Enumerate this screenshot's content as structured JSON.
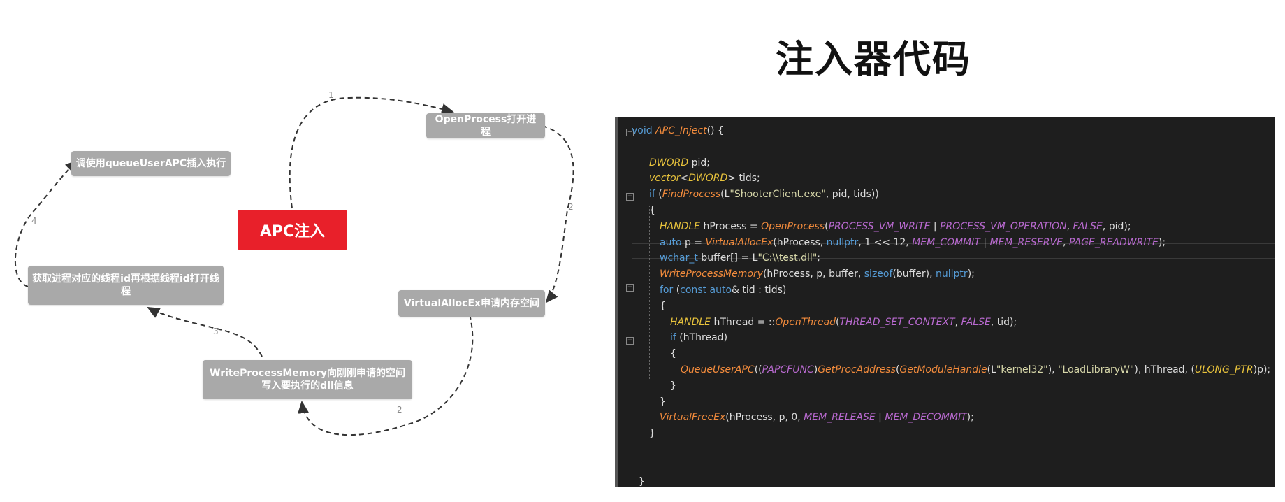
{
  "title": "注入器代码",
  "diagram": {
    "center": "APC注入",
    "nodes": {
      "open_process": "OpenProcess打开进程",
      "virtual_alloc": "VirtualAllocEx申请内存空间",
      "write_memory": "WriteProcessMemory向刚刚申请的空间写入要执行的dll信息",
      "get_threads": "获取进程对应的线程id再根据线程id打开线程",
      "queue_apc": "调使用queueUserAPC插入执行"
    },
    "edge_labels": [
      "1",
      "2",
      "2",
      "3",
      "4"
    ]
  },
  "code": {
    "lines": [
      [
        [
          "kw",
          "void "
        ],
        [
          "fn",
          "APC_Inject"
        ],
        [
          "tx",
          "() {"
        ]
      ],
      [],
      [
        [
          "ty",
          "DWORD"
        ],
        [
          "tx",
          " pid;"
        ]
      ],
      [
        [
          "ty",
          "vector"
        ],
        [
          "tx",
          "<"
        ],
        [
          "ty",
          "DWORD"
        ],
        [
          "tx",
          "> tids;"
        ]
      ],
      [
        [
          "kw",
          "if"
        ],
        [
          "tx",
          " ("
        ],
        [
          "fn",
          "FindProcess"
        ],
        [
          "tx",
          "(L"
        ],
        [
          "str",
          "\"ShooterClient.exe\""
        ],
        [
          "tx",
          ", pid, tids))"
        ]
      ],
      [
        [
          "tx",
          "{"
        ]
      ],
      [
        [
          "ty",
          "HANDLE"
        ],
        [
          "tx",
          " hProcess = "
        ],
        [
          "fn",
          "OpenProcess"
        ],
        [
          "tx",
          "("
        ],
        [
          "mac",
          "PROCESS_VM_WRITE"
        ],
        [
          "tx",
          " | "
        ],
        [
          "mac",
          "PROCESS_VM_OPERATION"
        ],
        [
          "tx",
          ", "
        ],
        [
          "mac",
          "FALSE"
        ],
        [
          "tx",
          ", pid);"
        ]
      ],
      [
        [
          "kw",
          "auto"
        ],
        [
          "tx",
          " p = "
        ],
        [
          "fn",
          "VirtualAllocEx"
        ],
        [
          "tx",
          "(hProcess, "
        ],
        [
          "kw",
          "nullptr"
        ],
        [
          "tx",
          ", 1 << 12, "
        ],
        [
          "mac",
          "MEM_COMMIT"
        ],
        [
          "tx",
          " | "
        ],
        [
          "mac",
          "MEM_RESERVE"
        ],
        [
          "tx",
          ", "
        ],
        [
          "mac",
          "PAGE_READWRITE"
        ],
        [
          "tx",
          ");"
        ]
      ],
      [
        [
          "kw",
          "wchar_t"
        ],
        [
          "tx",
          " buffer[] = L"
        ],
        [
          "str",
          "\"C:\\\\test.dll\""
        ],
        [
          "tx",
          ";"
        ]
      ],
      [
        [
          "fn",
          "WriteProcessMemory"
        ],
        [
          "tx",
          "(hProcess, p, buffer, "
        ],
        [
          "kw",
          "sizeof"
        ],
        [
          "tx",
          "(buffer), "
        ],
        [
          "kw",
          "nullptr"
        ],
        [
          "tx",
          ");"
        ]
      ],
      [
        [
          "kw",
          "for"
        ],
        [
          "tx",
          " ("
        ],
        [
          "kw",
          "const auto"
        ],
        [
          "tx",
          "& tid : tids)"
        ]
      ],
      [
        [
          "tx",
          "{"
        ]
      ],
      [
        [
          "ty",
          "HANDLE"
        ],
        [
          "tx",
          " hThread = ::"
        ],
        [
          "fn",
          "OpenThread"
        ],
        [
          "tx",
          "("
        ],
        [
          "mac",
          "THREAD_SET_CONTEXT"
        ],
        [
          "tx",
          ", "
        ],
        [
          "mac",
          "FALSE"
        ],
        [
          "tx",
          ", tid);"
        ]
      ],
      [
        [
          "kw",
          "if"
        ],
        [
          "tx",
          " (hThread)"
        ]
      ],
      [
        [
          "tx",
          "{"
        ]
      ],
      [
        [
          "fn",
          "QueueUserAPC"
        ],
        [
          "tx",
          "(("
        ],
        [
          "mac",
          "PAPCFUNC"
        ],
        [
          "tx",
          ")"
        ],
        [
          "fn",
          "GetProcAddress"
        ],
        [
          "tx",
          "("
        ],
        [
          "fn",
          "GetModuleHandle"
        ],
        [
          "tx",
          "(L"
        ],
        [
          "str",
          "\"kernel32\""
        ],
        [
          "tx",
          "), "
        ],
        [
          "str",
          "\"LoadLibraryW\""
        ],
        [
          "tx",
          "), hThread, ("
        ],
        [
          "ty",
          "ULONG_PTR"
        ],
        [
          "tx",
          ")p);"
        ]
      ],
      [
        [
          "tx",
          "}"
        ]
      ],
      [
        [
          "tx",
          "}"
        ]
      ],
      [
        [
          "fn",
          "VirtualFreeEx"
        ],
        [
          "tx",
          "(hProcess, p, 0, "
        ],
        [
          "mac",
          "MEM_RELEASE"
        ],
        [
          "tx",
          " | "
        ],
        [
          "mac",
          "MEM_DECOMMIT"
        ],
        [
          "tx",
          ");"
        ]
      ],
      [
        [
          "tx",
          "}"
        ]
      ],
      [],
      [],
      [
        [
          "tx",
          "}"
        ]
      ]
    ]
  }
}
